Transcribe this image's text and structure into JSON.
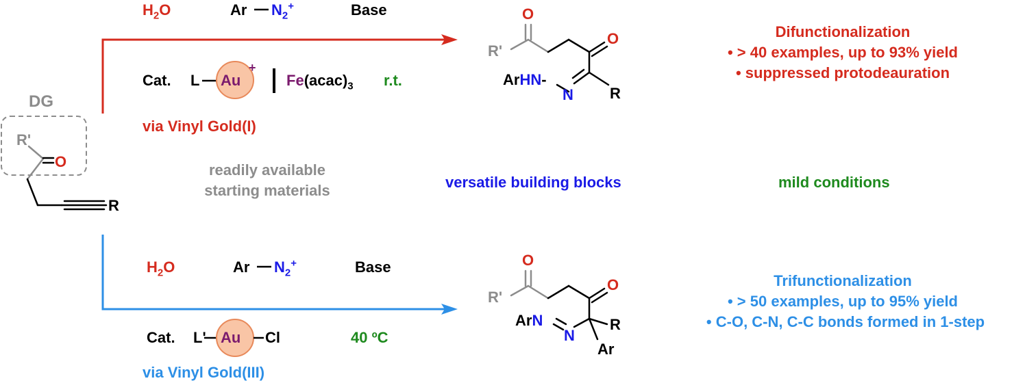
{
  "colors": {
    "red": "#d52b1e",
    "light_blue": "#2d8fe6",
    "navy": "#1a1ae6",
    "green": "#1e8a1e",
    "grey": "#8c8c8c",
    "purple": "#7b1b6e",
    "gold_circle_fill": "#f9c5a6",
    "gold_circle_stroke": "#e8895a"
  },
  "substrate": {
    "dg_label": "DG",
    "r_prime": "R'",
    "carbonyl_o": "O",
    "alkyne_r": "R"
  },
  "top_reaction": {
    "water": "H",
    "water_sub": "2",
    "water_o": "O",
    "aryl": "Ar",
    "diazonium": "N",
    "diazonium_sub": "2",
    "diazonium_sup": "+",
    "base": "Base",
    "cat_label": "Cat.",
    "ligand": "L",
    "metal": "Au",
    "metal_charge": "+",
    "cocatalyst_metal": "Fe",
    "cocatalyst_ligand": "(acac)",
    "cocatalyst_sub": "3",
    "temperature": "r.t.",
    "pathway": "via Vinyl Gold(I)"
  },
  "top_product": {
    "o1": "O",
    "o2": "O",
    "r_prime": "R'",
    "ar": "Ar",
    "hn": "HN",
    "n": "N",
    "r": "R"
  },
  "top_summary": {
    "title": "Difunctionalization",
    "bullet1": "• > 40 examples, up to 93% yield",
    "bullet2": "• suppressed protodeauration"
  },
  "middle": {
    "starting_materials_line1": "readily available",
    "starting_materials_line2": "starting materials",
    "building_blocks": "versatile building blocks",
    "conditions": "mild conditions"
  },
  "bottom_reaction": {
    "water": "H",
    "water_sub": "2",
    "water_o": "O",
    "aryl": "Ar",
    "diazonium": "N",
    "diazonium_sub": "2",
    "diazonium_sup": "+",
    "base": "Base",
    "cat_label": "Cat.",
    "ligand": "L'",
    "metal": "Au",
    "halide": "Cl",
    "temperature": "40 ºC",
    "pathway": "via Vinyl Gold(III)"
  },
  "bottom_product": {
    "o1": "O",
    "o2": "O",
    "r_prime": "R'",
    "ar_n": "Ar",
    "n1": "N",
    "n2": "N",
    "r": "R",
    "ar_c": "Ar"
  },
  "bottom_summary": {
    "title": "Trifunctionalization",
    "bullet1": "• > 50 examples, up to 95% yield",
    "bullet2": "• C-O, C-N, C-C bonds formed in 1-step"
  }
}
